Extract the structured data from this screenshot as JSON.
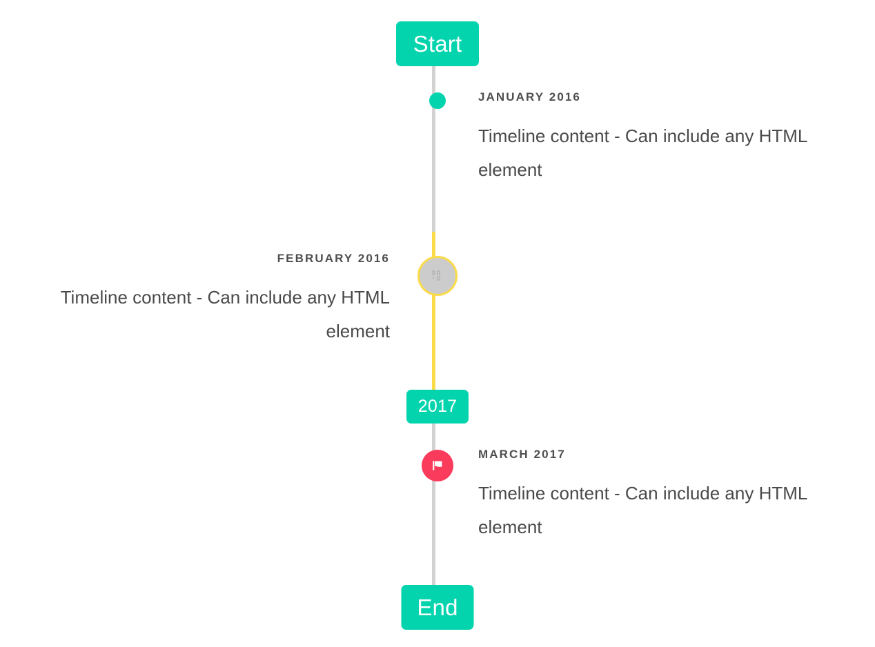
{
  "timeline": {
    "line_color": "#d2d2d2",
    "highlight_line_color": "#fbdb4a",
    "accent_color": "#03d4ae",
    "alert_color": "#fb3b5c",
    "start_badge": {
      "label": "Start"
    },
    "year_badge": {
      "label": "2017"
    },
    "end_badge": {
      "label": "End"
    },
    "entries": [
      {
        "date": "JANUARY 2016",
        "body": "Timeline content - Can include any HTML element",
        "side": "right",
        "marker": "dot",
        "marker_color": "#03d4ae"
      },
      {
        "date": "FEBRUARY 2016",
        "body": "Timeline content - Can include any HTML element",
        "side": "left",
        "marker": "broken-image-icon",
        "marker_color": "#cccccc",
        "marker_ring_color": "#fbdb4a"
      },
      {
        "date": "MARCH 2017",
        "body": "Timeline content - Can include any HTML element",
        "side": "right",
        "marker": "flag-icon",
        "marker_color": "#fb3b5c"
      }
    ]
  }
}
